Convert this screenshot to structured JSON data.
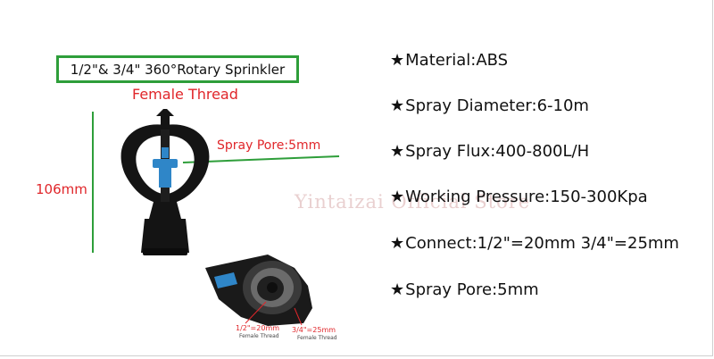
{
  "product": {
    "title": "1/2\"& 3/4\" 360°Rotary Sprinkler",
    "subtitle": "Female Thread",
    "spray_pore_label": "Spray Pore:5mm",
    "height_label": "106mm",
    "watermark": "Yintaizai Official Store"
  },
  "inset": {
    "thread_a_label": "1/2\"=20mm",
    "thread_a_sub": "Female Thread",
    "thread_b_label": "3/4\"=25mm",
    "thread_b_sub": "Female Thread"
  },
  "specs": [
    {
      "star": "★",
      "text": "Material:ABS"
    },
    {
      "star": "★",
      "text": "Spray Diameter:6-10m"
    },
    {
      "star": "★",
      "text": "Spray Flux:400-800L/H"
    },
    {
      "star": "★",
      "text": "Working Pressure:150-300Kpa"
    },
    {
      "star": "★",
      "text": "Connect:1/2\"=20mm 3/4\"=25mm"
    },
    {
      "star": "★",
      "text": "Spray Pore:5mm"
    }
  ],
  "colors": {
    "accent_green": "#2e9e3a",
    "label_red": "#e0262a",
    "sprinkler_black": "#141414",
    "nozzle_blue": "#2f86c8"
  }
}
